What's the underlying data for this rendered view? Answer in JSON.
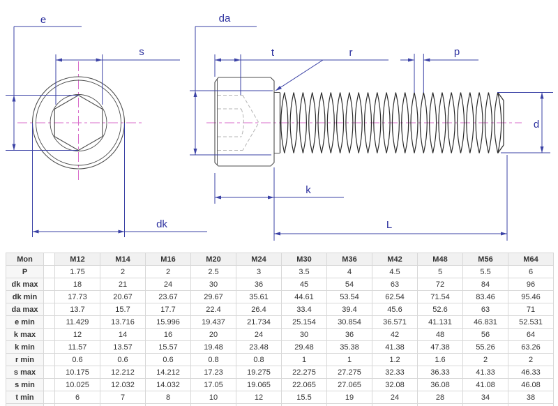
{
  "drawing": {
    "labels": {
      "e": "e",
      "s": "s",
      "dk": "dk",
      "da": "da",
      "t": "t",
      "r": "r",
      "p": "p",
      "d": "d",
      "k": "k",
      "L": "L"
    },
    "colors": {
      "dimension": "#3a41a5",
      "label": "#2b2f9e",
      "centerline": "#d86ecb",
      "outline": "#4d4d4d",
      "thread": "#2a2a2a",
      "hidden": "#b5b5b5"
    }
  },
  "table": {
    "header": [
      "Mon",
      "M12",
      "M14",
      "M16",
      "M20",
      "M24",
      "M30",
      "M36",
      "M42",
      "M48",
      "M56",
      "M64"
    ],
    "rows": [
      {
        "label": "P",
        "values": [
          "1.75",
          "2",
          "2",
          "2.5",
          "3",
          "3.5",
          "4",
          "4.5",
          "5",
          "5.5",
          "6"
        ]
      },
      {
        "label": "dk max",
        "values": [
          "18",
          "21",
          "24",
          "30",
          "36",
          "45",
          "54",
          "63",
          "72",
          "84",
          "96"
        ]
      },
      {
        "label": "dk min",
        "values": [
          "17.73",
          "20.67",
          "23.67",
          "29.67",
          "35.61",
          "44.61",
          "53.54",
          "62.54",
          "71.54",
          "83.46",
          "95.46"
        ]
      },
      {
        "label": "da max",
        "values": [
          "13.7",
          "15.7",
          "17.7",
          "22.4",
          "26.4",
          "33.4",
          "39.4",
          "45.6",
          "52.6",
          "63",
          "71"
        ]
      },
      {
        "label": "e min",
        "values": [
          "11.429",
          "13.716",
          "15.996",
          "19.437",
          "21.734",
          "25.154",
          "30.854",
          "36.571",
          "41.131",
          "46.831",
          "52.531"
        ]
      },
      {
        "label": "k max",
        "values": [
          "12",
          "14",
          "16",
          "20",
          "24",
          "30",
          "36",
          "42",
          "48",
          "56",
          "64"
        ]
      },
      {
        "label": "k min",
        "values": [
          "11.57",
          "13.57",
          "15.57",
          "19.48",
          "23.48",
          "29.48",
          "35.38",
          "41.38",
          "47.38",
          "55.26",
          "63.26"
        ]
      },
      {
        "label": "r min",
        "values": [
          "0.6",
          "0.6",
          "0.6",
          "0.8",
          "0.8",
          "1",
          "1",
          "1.2",
          "1.6",
          "2",
          "2"
        ]
      },
      {
        "label": "s max",
        "values": [
          "10.175",
          "12.212",
          "14.212",
          "17.23",
          "19.275",
          "22.275",
          "27.275",
          "32.33",
          "36.33",
          "41.33",
          "46.33"
        ]
      },
      {
        "label": "s min",
        "values": [
          "10.025",
          "12.032",
          "14.032",
          "17.05",
          "19.065",
          "22.065",
          "27.065",
          "32.08",
          "36.08",
          "41.08",
          "46.08"
        ]
      },
      {
        "label": "t min",
        "values": [
          "6",
          "7",
          "8",
          "10",
          "12",
          "15.5",
          "19",
          "24",
          "28",
          "34",
          "38"
        ]
      }
    ]
  }
}
